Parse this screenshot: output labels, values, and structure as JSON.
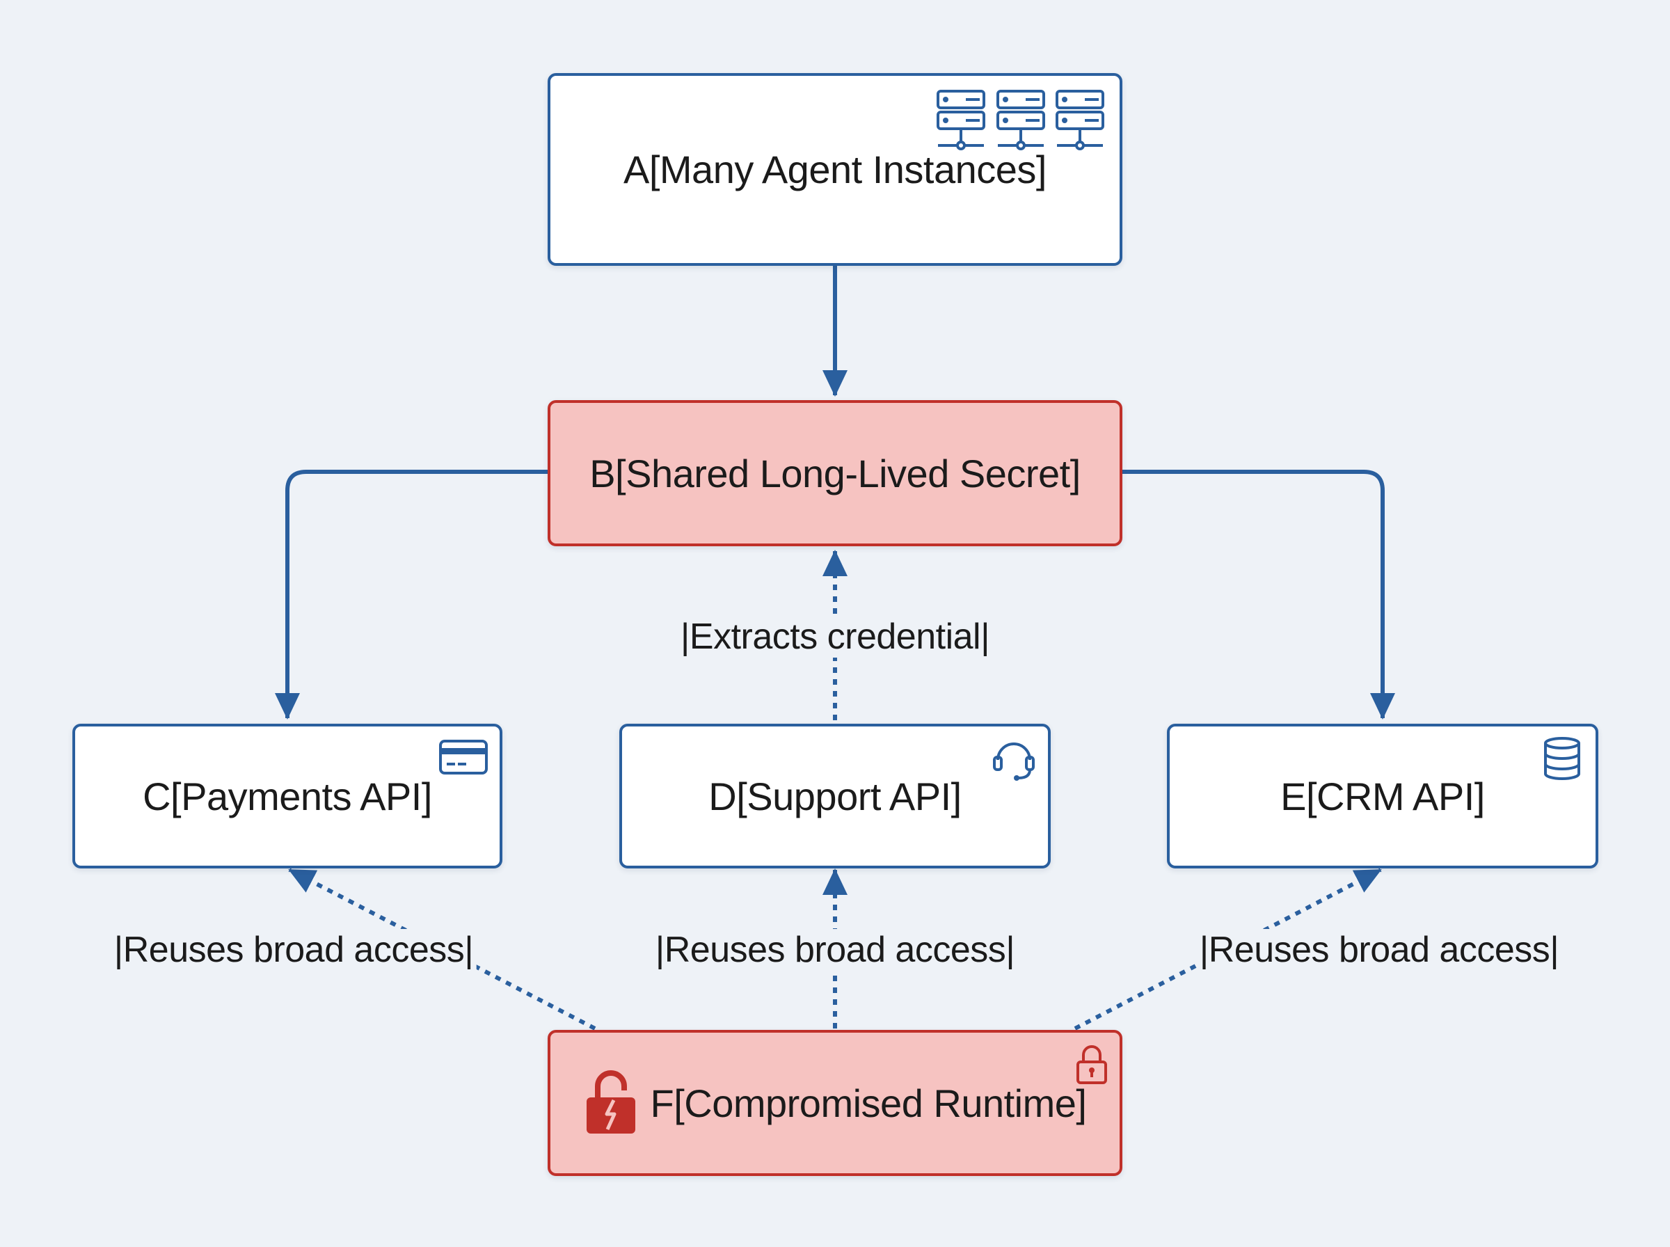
{
  "diagram": {
    "nodes": {
      "a": {
        "label": "A[Many Agent Instances]",
        "icon": "server-rack-icon"
      },
      "b": {
        "label": "B[Shared Long-Lived Secret]"
      },
      "c": {
        "label": "C[Payments API]",
        "icon": "credit-card-icon"
      },
      "d": {
        "label": "D[Support API]",
        "icon": "headset-icon"
      },
      "e": {
        "label": "E[CRM API]",
        "icon": "database-icon"
      },
      "f": {
        "label": "F[Compromised Runtime]",
        "icon": "broken-lock-icon",
        "badge_icon": "padlock-icon"
      }
    },
    "edges": {
      "f_to_b": {
        "label": "|Extracts credential|"
      },
      "f_to_c": {
        "label": "|Reuses broad access|"
      },
      "f_to_d": {
        "label": "|Reuses broad access|"
      },
      "f_to_e": {
        "label": "|Reuses broad access|"
      }
    },
    "colors": {
      "background": "#eef2f7",
      "primary": "#2a5f9e",
      "alert_fill": "#f6c3c1",
      "alert_border": "#c0302a"
    }
  }
}
